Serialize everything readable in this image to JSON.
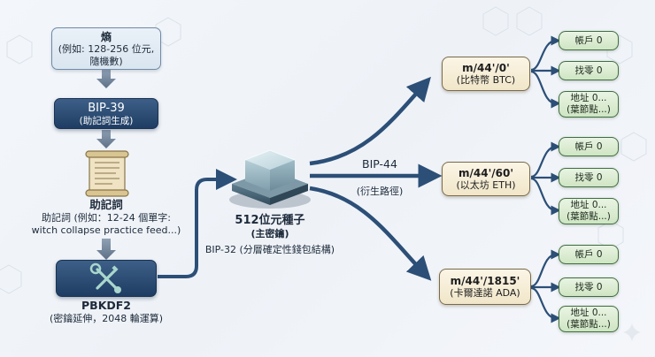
{
  "entropy": {
    "title": "熵",
    "line1": "(例如: 128-256 位元,",
    "line2": "隨機數)"
  },
  "bip39": {
    "title": "BIP-39",
    "sub": "(助記詞生成)"
  },
  "mnemonic": {
    "title": "助記詞",
    "line1": "助記詞 (例如：12-24 個單字:",
    "line2": "witch collapse practice feed...)"
  },
  "pbkdf2": {
    "title": "PBKDF2",
    "sub": "(密鑰延伸，2048 輪運算)"
  },
  "seed": {
    "title": "512位元種子",
    "sub": "(主密鑰)",
    "note": "BIP-32 (分層確定性錢包結構)"
  },
  "bip44": {
    "title": "BIP-44",
    "sub": "(衍生路徑)"
  },
  "paths": [
    {
      "path": "m/44'/0'",
      "coin": "(比特幣 BTC)"
    },
    {
      "path": "m/44'/60'",
      "coin": "(以太坊 ETH)"
    },
    {
      "path": "m/44'/1815'",
      "coin": "(卡爾達諾 ADA)"
    }
  ],
  "leaves": {
    "account": "帳戶 0",
    "change": "找零 0",
    "address_line1": "地址 0...",
    "address_line2": "(葉節點...)"
  },
  "colors": {
    "arrow_gray": "#6e8196",
    "arrow_blue": "#2c4f77",
    "pale_box": "#dce7f1",
    "dark_box": "#27476e",
    "cream_box": "#f5ecd2",
    "green_box": "#d8ebcd"
  },
  "icons": [
    "scroll-icon",
    "wrench-key-icon",
    "cube-icon",
    "sparkle-icon"
  ]
}
